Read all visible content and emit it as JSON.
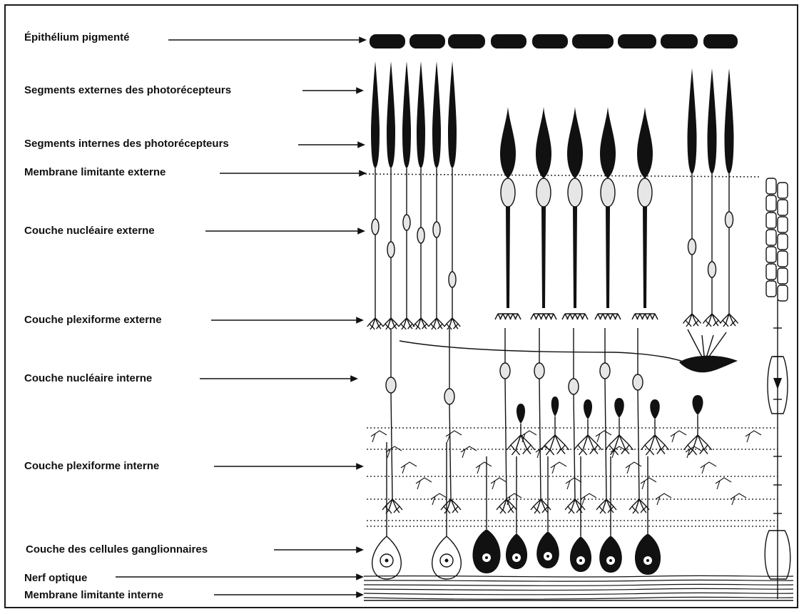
{
  "labels": {
    "l0": "Épithélium pigmenté",
    "l1": "Segments externes des photorécepteurs",
    "l2": "Segments internes des photorécepteurs",
    "l3": "Membrane limitante externe",
    "l4": "Couche nucléaire externe",
    "l5": "Couche plexiforme externe",
    "l6": "Couche nucléaire interne",
    "l7": "Couche plexiforme interne",
    "l8": "Couche des cellules ganglionnaires",
    "l9": "Nerf optique",
    "l10": "Membrane limitante interne"
  },
  "colors": {
    "ink": "#111111",
    "stipple": "#e6e6e6"
  }
}
